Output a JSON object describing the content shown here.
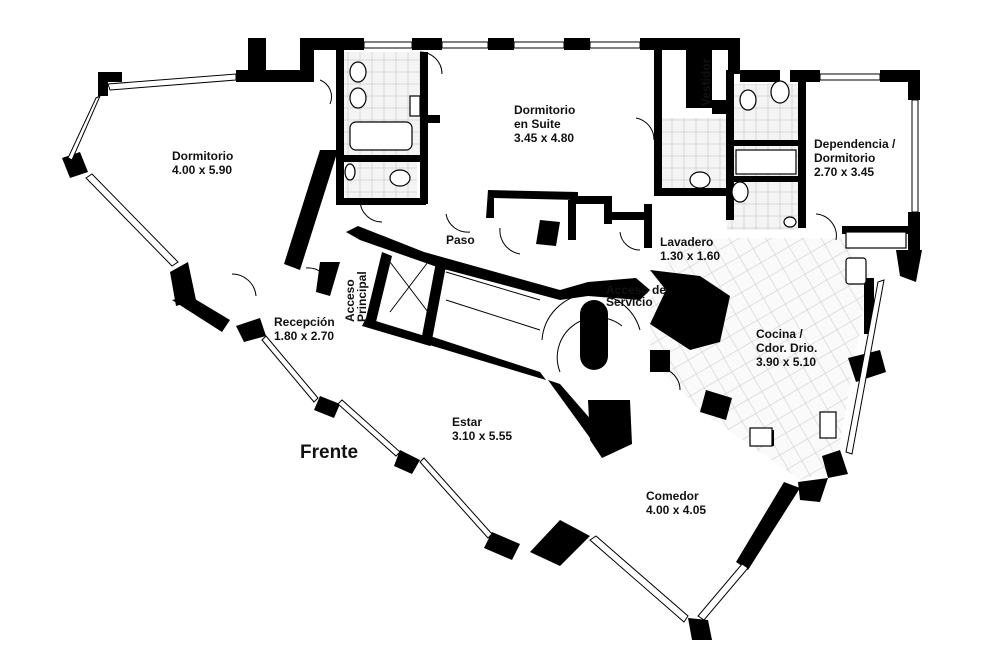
{
  "plan": {
    "frente": "Frente",
    "rooms": {
      "dormitorio": [
        "Dormitorio",
        "4.00 x 5.90"
      ],
      "suite": [
        "Dormitorio",
        "en Suite",
        "3.45 x 4.80"
      ],
      "vestidor": "Vestidor",
      "dependencia": [
        "Dependencia /",
        "Dormitorio",
        "2.70 x 3.45"
      ],
      "paso": "Paso",
      "lavadero": [
        "Lavadero",
        "1.30 x 1.60"
      ],
      "acceso_servicio": [
        "Acceso de",
        "Servicio"
      ],
      "acceso_principal": [
        "Acceso",
        "Principal"
      ],
      "recepcion": [
        "Recepción",
        "1.80 x 2.70"
      ],
      "cocina": [
        "Cocina /",
        "Cdor. Drio.",
        "3.90 x 5.10"
      ],
      "estar": [
        "Estar",
        "3.10 x 5.55"
      ],
      "comedor": [
        "Comedor",
        "4.00 x 4.05"
      ]
    }
  }
}
